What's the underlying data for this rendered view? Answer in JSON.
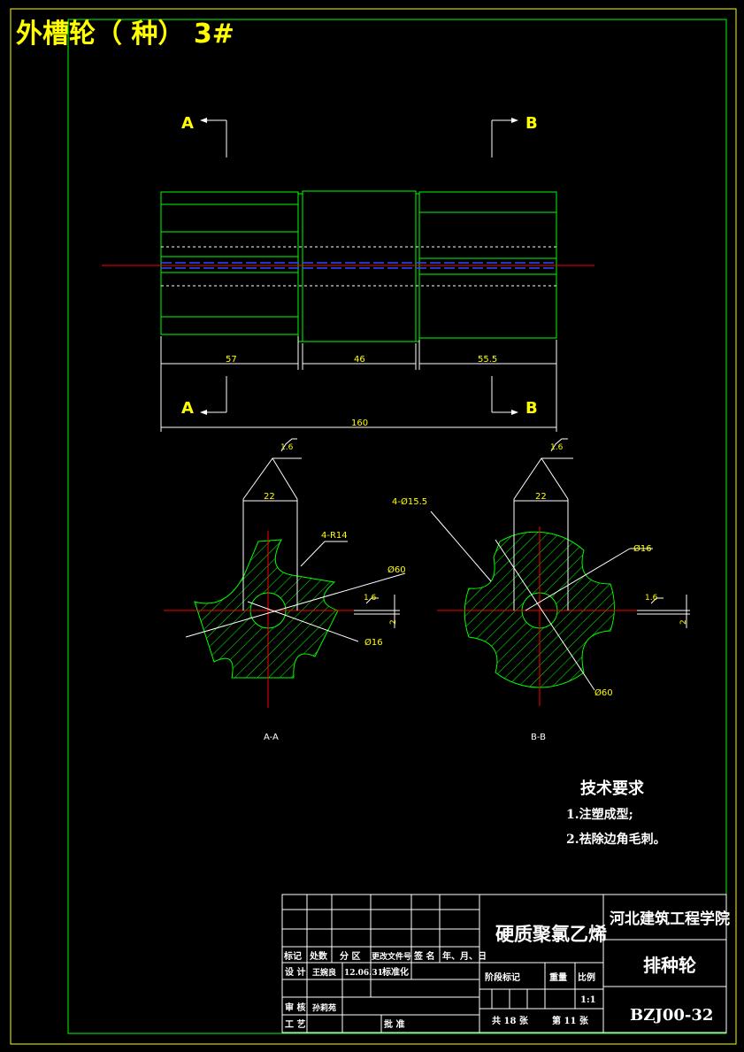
{
  "colors": {
    "background": "#000000",
    "green": "#00ff00",
    "yellow": "#ffff00",
    "white": "#ffffff",
    "red": "#ff0000",
    "blue": "#2a4bff",
    "hatch": "#00ff00"
  },
  "header": {
    "title": "外槽轮（  种） 3#"
  },
  "section_marks": {
    "a": "A",
    "b": "B"
  },
  "dims": {
    "d57": "57",
    "d46": "46",
    "d55": "55.5",
    "d160": "160",
    "d22a": "22",
    "d22b": "22",
    "r14": "4-R14",
    "d60a": "Ø60",
    "d16a": "Ø16",
    "d155": "4-Ø15.5",
    "d16b": "Ø16",
    "d60b": "Ø60",
    "v2a": "2",
    "v2b": "2"
  },
  "roughness": {
    "r1": "1.6",
    "r2": "1.6",
    "r3": "1.6",
    "r4": "1.6"
  },
  "section_labels": {
    "aa": "A-A",
    "bb": "B-B"
  },
  "tech_req": {
    "title": "技术要求",
    "items": [
      "1.注塑成型;",
      "2.祛除边角毛刺。"
    ]
  },
  "title_block": {
    "material": "硬质聚氯乙烯",
    "school": "河北建筑工程学院",
    "part_name": "排种轮",
    "drawing_no": "BZJ00-32",
    "h_biaoji": "标记",
    "h_chushu": "处数",
    "h_fenqu": "分 区",
    "h_gengai": "更改文件号",
    "h_qianming": "签 名",
    "h_nianyueri": "年、月、日",
    "sheji": "设 计",
    "designer": "王婉良",
    "date": "12.06.31",
    "biaozhunhua": "标准化",
    "shenhe": "审 核",
    "checker": "孙莉苑",
    "gongyi": "工 艺",
    "pizhun": "批 准",
    "jieduan": "阶段标记",
    "zhongliang": "重量",
    "bili": "比例",
    "scale": "1:1",
    "sheets": "共 18 张",
    "sheet_no": "第 11 张"
  }
}
